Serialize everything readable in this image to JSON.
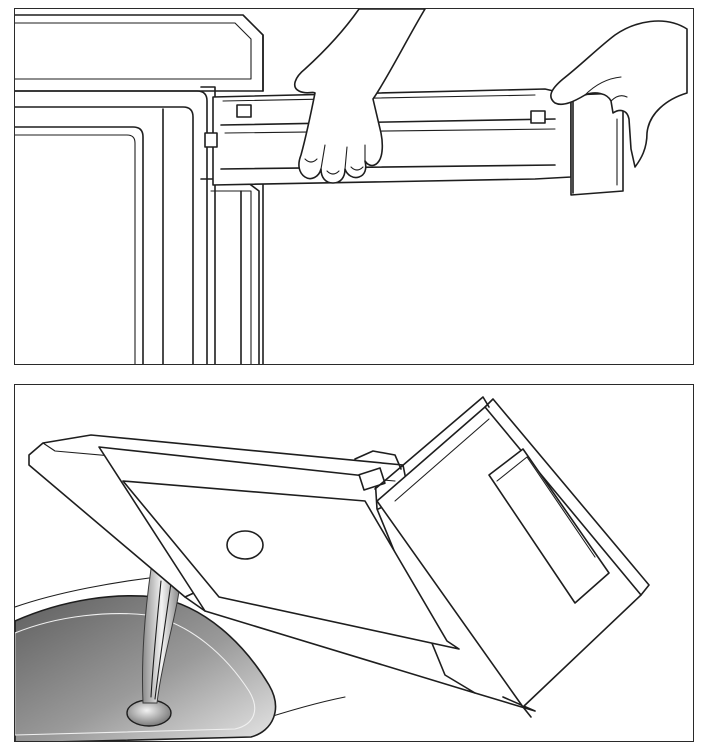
{
  "figures": [
    {
      "id": "step-1",
      "content": "removing-water-tank-from-appliance"
    },
    {
      "id": "step-2",
      "content": "emptying-water-tank-into-sink"
    }
  ],
  "colors": {
    "line": "#1e1e1e",
    "background": "#ffffff",
    "sink_dark": "#6e6e6e",
    "sink_light": "#e8e8e8"
  }
}
